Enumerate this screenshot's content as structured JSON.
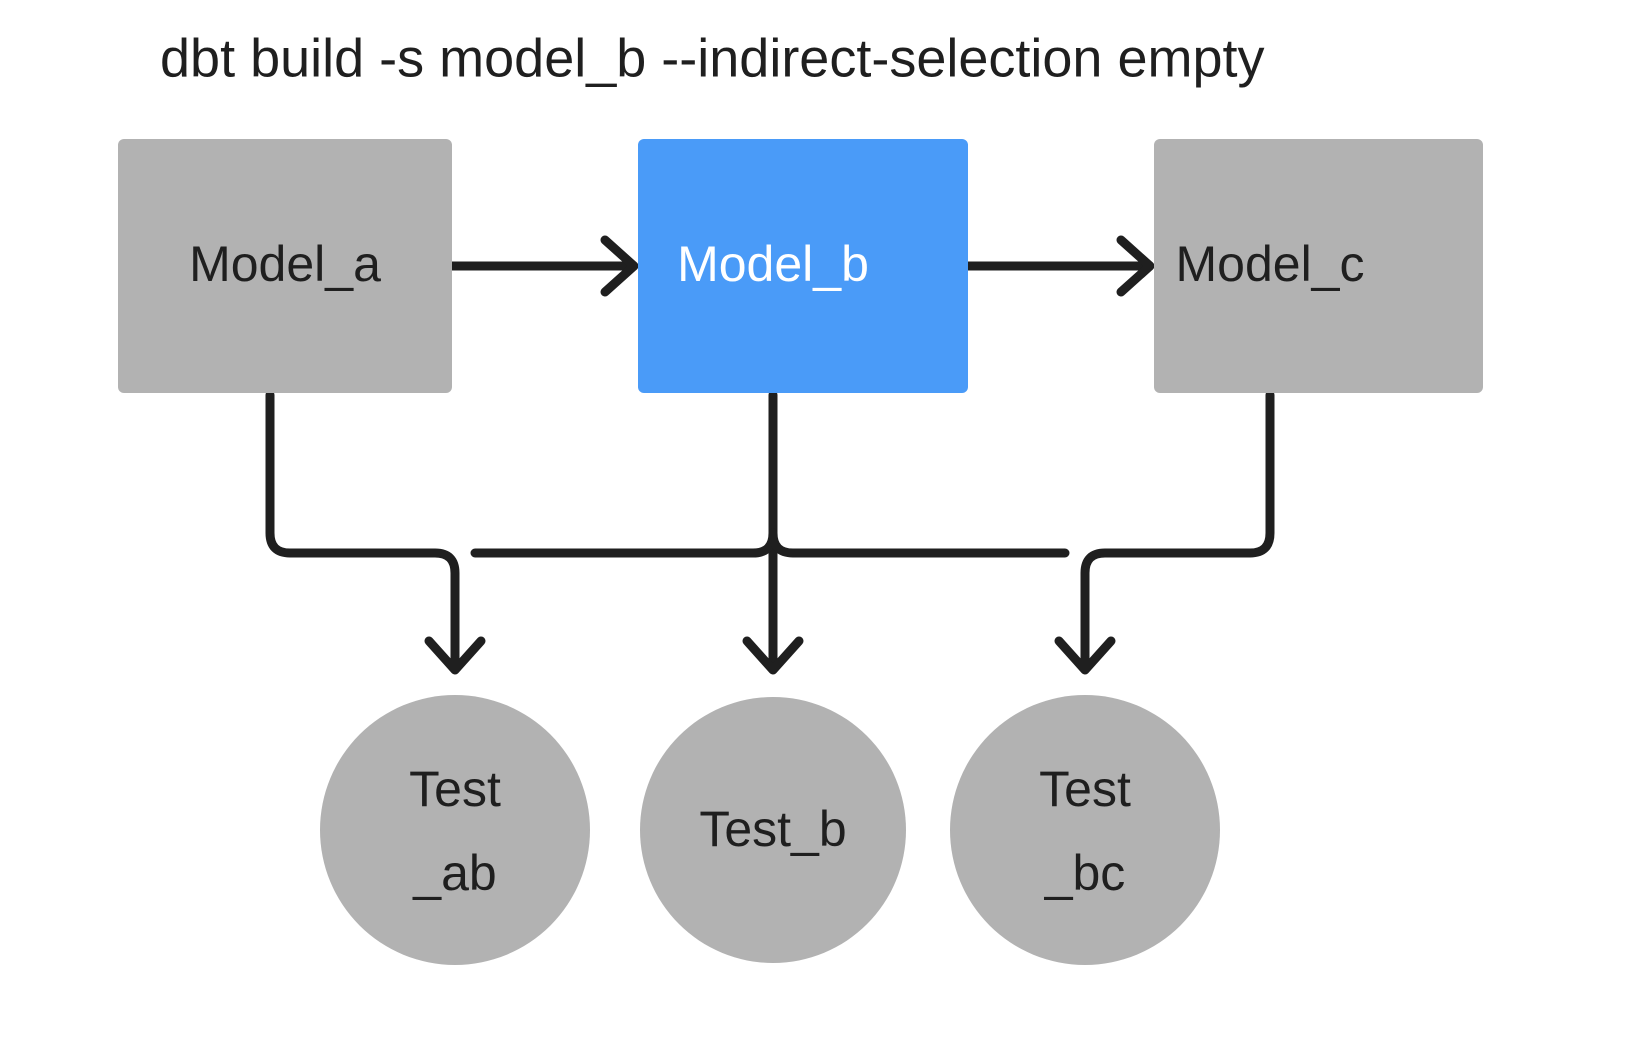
{
  "title": "dbt build -s model_b --indirect-selection empty",
  "colors": {
    "background": "#ffffff",
    "node_gray": "#b2b2b2",
    "node_selected_blue": "#4a9bf8",
    "edge": "#1f1f1f",
    "label_dark": "#1f1f1f",
    "label_light": "#ffffff"
  },
  "models": [
    {
      "id": "model_a",
      "label": "Model_a",
      "state": "unselected",
      "fill": "#b2b2b2",
      "text_color": "#1f1f1f"
    },
    {
      "id": "model_b",
      "label": "Model_b",
      "state": "selected",
      "fill": "#4a9bf8",
      "text_color": "#ffffff"
    },
    {
      "id": "model_c",
      "label": "Model_c",
      "state": "unselected",
      "fill": "#b2b2b2",
      "text_color": "#1f1f1f"
    }
  ],
  "tests": [
    {
      "id": "test_ab",
      "label": "Test_ab",
      "line1": "Test",
      "line2": "_ab",
      "state": "unselected",
      "fill": "#b2b2b2"
    },
    {
      "id": "test_b",
      "label": "Test_b",
      "line1": "Test_b",
      "line2": "",
      "state": "unselected",
      "fill": "#b2b2b2"
    },
    {
      "id": "test_bc",
      "label": "Test_bc",
      "line1": "Test",
      "line2": "_bc",
      "state": "unselected",
      "fill": "#b2b2b2"
    }
  ],
  "edges": [
    {
      "id": "a-to-b",
      "from": "model_a",
      "to": "model_b",
      "kind": "model-to-model"
    },
    {
      "id": "b-to-c",
      "from": "model_b",
      "to": "model_c",
      "kind": "model-to-model"
    },
    {
      "id": "a-to-test-ab",
      "from": "model_a",
      "to": "test_ab",
      "kind": "model-to-test"
    },
    {
      "id": "b-to-test-ab",
      "from": "model_b",
      "to": "test_ab",
      "kind": "model-to-test"
    },
    {
      "id": "b-to-test-b",
      "from": "model_b",
      "to": "test_b",
      "kind": "model-to-test"
    },
    {
      "id": "b-to-test-bc",
      "from": "model_b",
      "to": "test_bc",
      "kind": "model-to-test"
    },
    {
      "id": "c-to-test-bc",
      "from": "model_c",
      "to": "test_bc",
      "kind": "model-to-test"
    }
  ]
}
